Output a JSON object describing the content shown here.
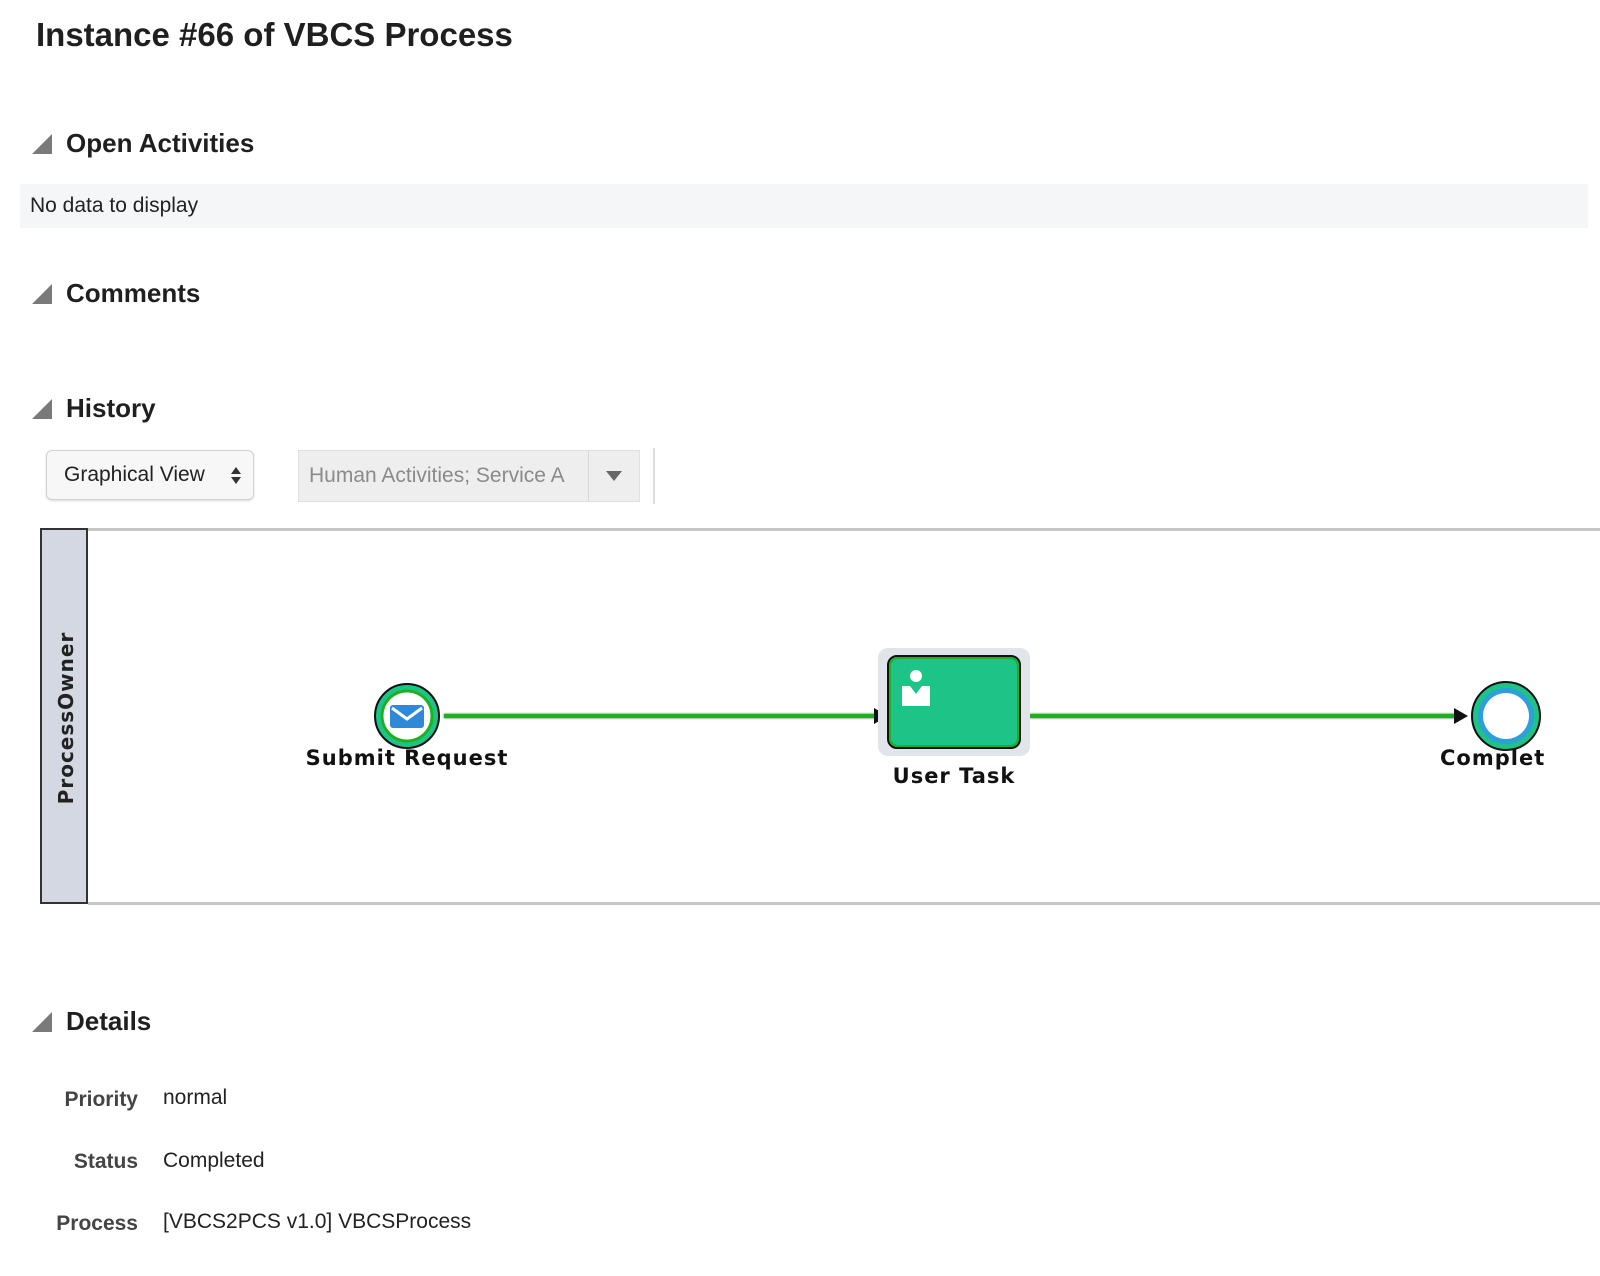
{
  "page": {
    "title": "Instance #66 of VBCS Process"
  },
  "sections": {
    "open_activities": {
      "title": "Open Activities",
      "empty_text": "No data to display"
    },
    "comments": {
      "title": "Comments"
    },
    "history": {
      "title": "History",
      "view_select": {
        "selected": "Graphical View"
      },
      "filter": {
        "value": "Human Activities; Service A"
      },
      "diagram": {
        "lane": "ProcessOwner",
        "nodes": [
          {
            "label": "Submit Request",
            "type": "message-start-event"
          },
          {
            "label": "User Task",
            "type": "user-task"
          },
          {
            "label": "Complet",
            "type": "end-event"
          }
        ],
        "colors": {
          "active_flow": "#1fb01f",
          "task_fill": "#1ec487",
          "event_ring": "#2e9fd8",
          "lane_header": "#d3d8e2"
        }
      }
    },
    "details": {
      "title": "Details",
      "rows": [
        {
          "label": "Priority",
          "value": "normal"
        },
        {
          "label": "Status",
          "value": "Completed"
        },
        {
          "label": "Process",
          "value": "[VBCS2PCS v1.0] VBCSProcess"
        }
      ]
    }
  }
}
